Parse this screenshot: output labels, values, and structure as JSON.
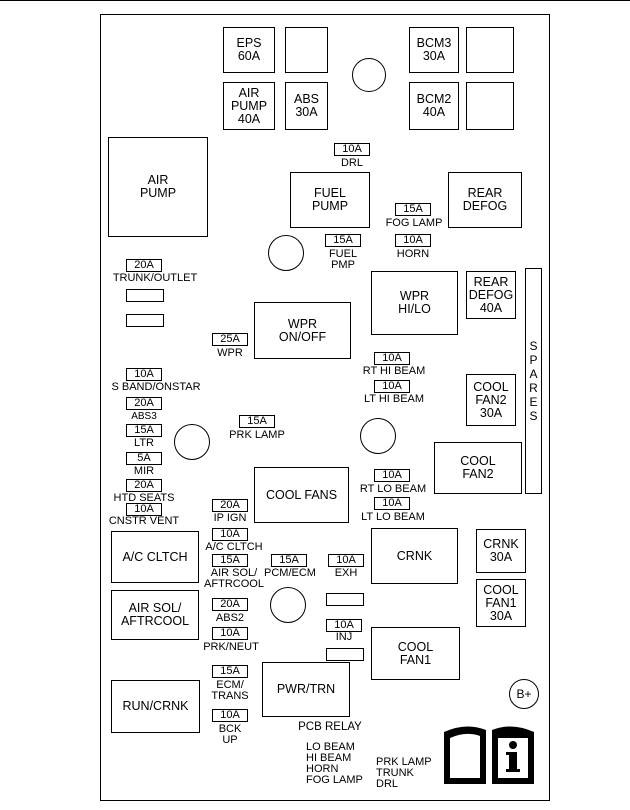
{
  "relays": {
    "air_pump": "AIR\nPUMP",
    "fuel_pump": "FUEL\nPUMP",
    "rear_defog": "REAR\nDEFOG",
    "wpr_hi_lo": "WPR\nHI/LO",
    "wpr_on_off": "WPR\nON/OFF",
    "cool_fans": "COOL FANS",
    "cool_fan2": "COOL\nFAN2",
    "ac_cltch": "A/C CLTCH",
    "crnk": "CRNK",
    "air_sol": "AIR SOL/\nAFTRCOOL",
    "cool_fan1": "COOL\nFAN1",
    "run_crnk": "RUN/CRNK",
    "pwr_trn": "PWR/TRN"
  },
  "maxi_fuses": {
    "eps": "EPS\n60A",
    "air_pump": "AIR\nPUMP\n40A",
    "abs": "ABS\n30A",
    "bcm3": "BCM3\n30A",
    "bcm2": "BCM2\n40A",
    "rear_defog": "REAR\nDEFOG\n40A",
    "cool_fan2": "COOL\nFAN2\n30A",
    "crnk": "CRNK\n30A",
    "cool_fan1": "COOL\nFAN1\n30A"
  },
  "mini_fuses": {
    "drl": {
      "amp": "10A",
      "name": "DRL"
    },
    "fog_lamp": {
      "amp": "15A",
      "name": "FOG LAMP"
    },
    "fuel_pmp": {
      "amp": "15A",
      "name": "FUEL\nPMP"
    },
    "horn": {
      "amp": "10A",
      "name": "HORN"
    },
    "trunk_outlet": {
      "amp": "20A",
      "name": "TRUNK/OUTLET"
    },
    "wpr": {
      "amp": "25A",
      "name": "WPR"
    },
    "rt_hi_beam": {
      "amp": "10A",
      "name": "RT HI BEAM"
    },
    "lt_hi_beam": {
      "amp": "10A",
      "name": "LT HI BEAM"
    },
    "s_band": {
      "amp": "10A",
      "name": "S BAND/ONSTAR"
    },
    "abs3": {
      "amp": "20A",
      "name": "ABS3"
    },
    "ltr": {
      "amp": "15A",
      "name": "LTR"
    },
    "mir": {
      "amp": "5A",
      "name": "MIR"
    },
    "htd_seats": {
      "amp": "20A",
      "name": "HTD SEATS"
    },
    "cnstr_vent": {
      "amp": "10A",
      "name": "CNSTR VENT"
    },
    "prk_lamp": {
      "amp": "15A",
      "name": "PRK LAMP"
    },
    "ip_ign": {
      "amp": "20A",
      "name": "IP IGN"
    },
    "rt_lo_beam": {
      "amp": "10A",
      "name": "RT LO BEAM"
    },
    "lt_lo_beam": {
      "amp": "10A",
      "name": "LT LO BEAM"
    },
    "a_c_cltch": {
      "amp": "10A",
      "name": "A/C CLTCH"
    },
    "air_sol_aftrcool": {
      "amp": "15A",
      "name": "AIR SOL/\nAFTRCOOL"
    },
    "pcm_ecm": {
      "amp": "15A",
      "name": "PCM/ECM"
    },
    "exh": {
      "amp": "10A",
      "name": "EXH"
    },
    "abs2": {
      "amp": "20A",
      "name": "ABS2"
    },
    "inj": {
      "amp": "10A",
      "name": "INJ"
    },
    "prk_neut": {
      "amp": "10A",
      "name": "PRK/NEUT"
    },
    "ecm_trans": {
      "amp": "15A",
      "name": "ECM/\nTRANS"
    },
    "bck_up": {
      "amp": "10A",
      "name": "BCK\nUP"
    }
  },
  "pcb_relay": {
    "title": "PCB RELAY",
    "list_left": "LO BEAM\nHI BEAM\nHORN\nFOG LAMP",
    "list_right": "PRK LAMP\nTRUNK\nDRL"
  },
  "spares_label": [
    "S",
    "P",
    "A",
    "R",
    "E",
    "S"
  ],
  "b_plus": "B+",
  "icons": {
    "manual": "owner-manual-info-icon"
  }
}
